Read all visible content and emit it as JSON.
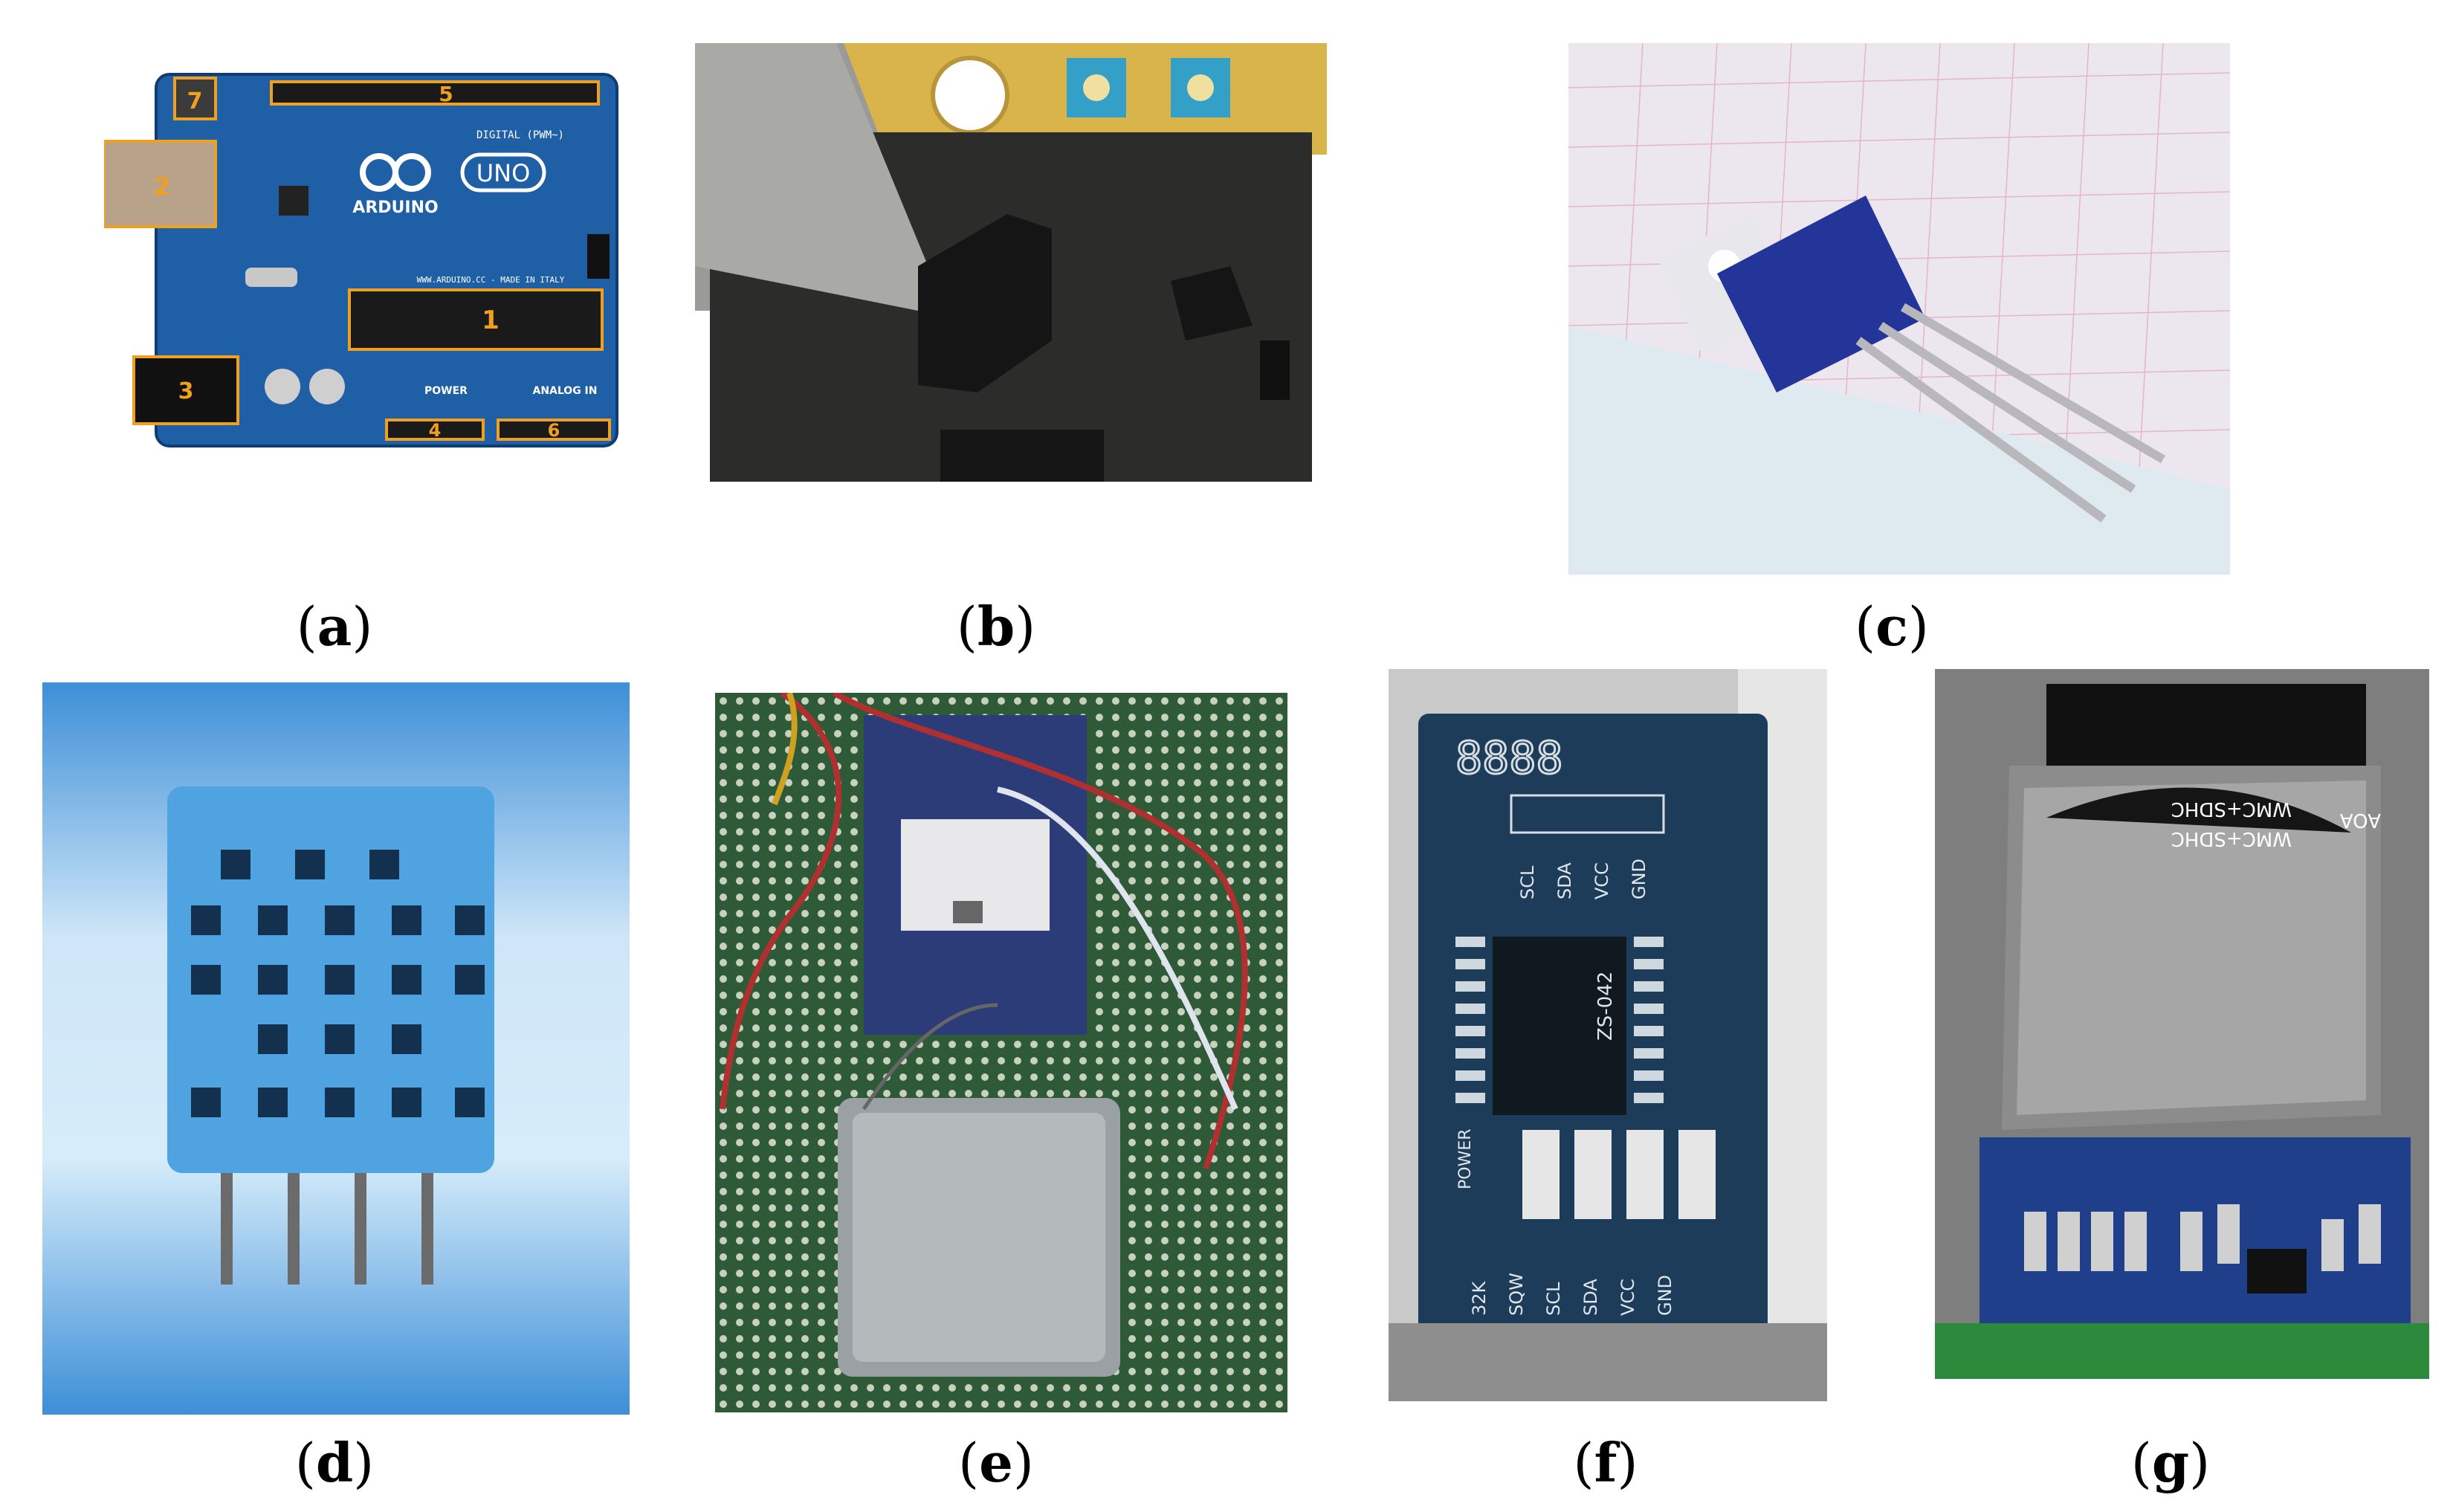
{
  "captions": {
    "a": "a",
    "b": "b",
    "c": "c",
    "d": "d",
    "e": "e",
    "f": "f",
    "g": "g"
  },
  "panel_a": {
    "brand": "ARDUINO",
    "model": "UNO",
    "digital_label": "DIGITAL (PWM~)",
    "power_label": "POWER",
    "analog_label": "ANALOG IN",
    "site": "WWW.ARDUINO.CC - MADE IN ITALY",
    "markers": [
      "1",
      "2",
      "3",
      "4",
      "5",
      "6",
      "7"
    ]
  },
  "panel_f": {
    "digits": "8888",
    "pins_top": [
      "SCL",
      "SDA",
      "VCC",
      "GND"
    ],
    "module": "ZS-042",
    "power": "POWER",
    "pins_bottom": [
      "32K",
      "SQW",
      "SCL",
      "SDA",
      "VCC",
      "GND"
    ]
  },
  "panel_g": {
    "slot_text_1": "WMC+SDHC",
    "slot_text_2": "WMC+SDHC",
    "slot_text_3": "AOA"
  },
  "colors": {
    "arduino_blue": "#1f5fa6",
    "marker_orange": "#f0a020",
    "dht_blue": "#4fa3e0",
    "pcb_green": "#2f5a37",
    "rtc_blue": "#1c3c5a"
  }
}
